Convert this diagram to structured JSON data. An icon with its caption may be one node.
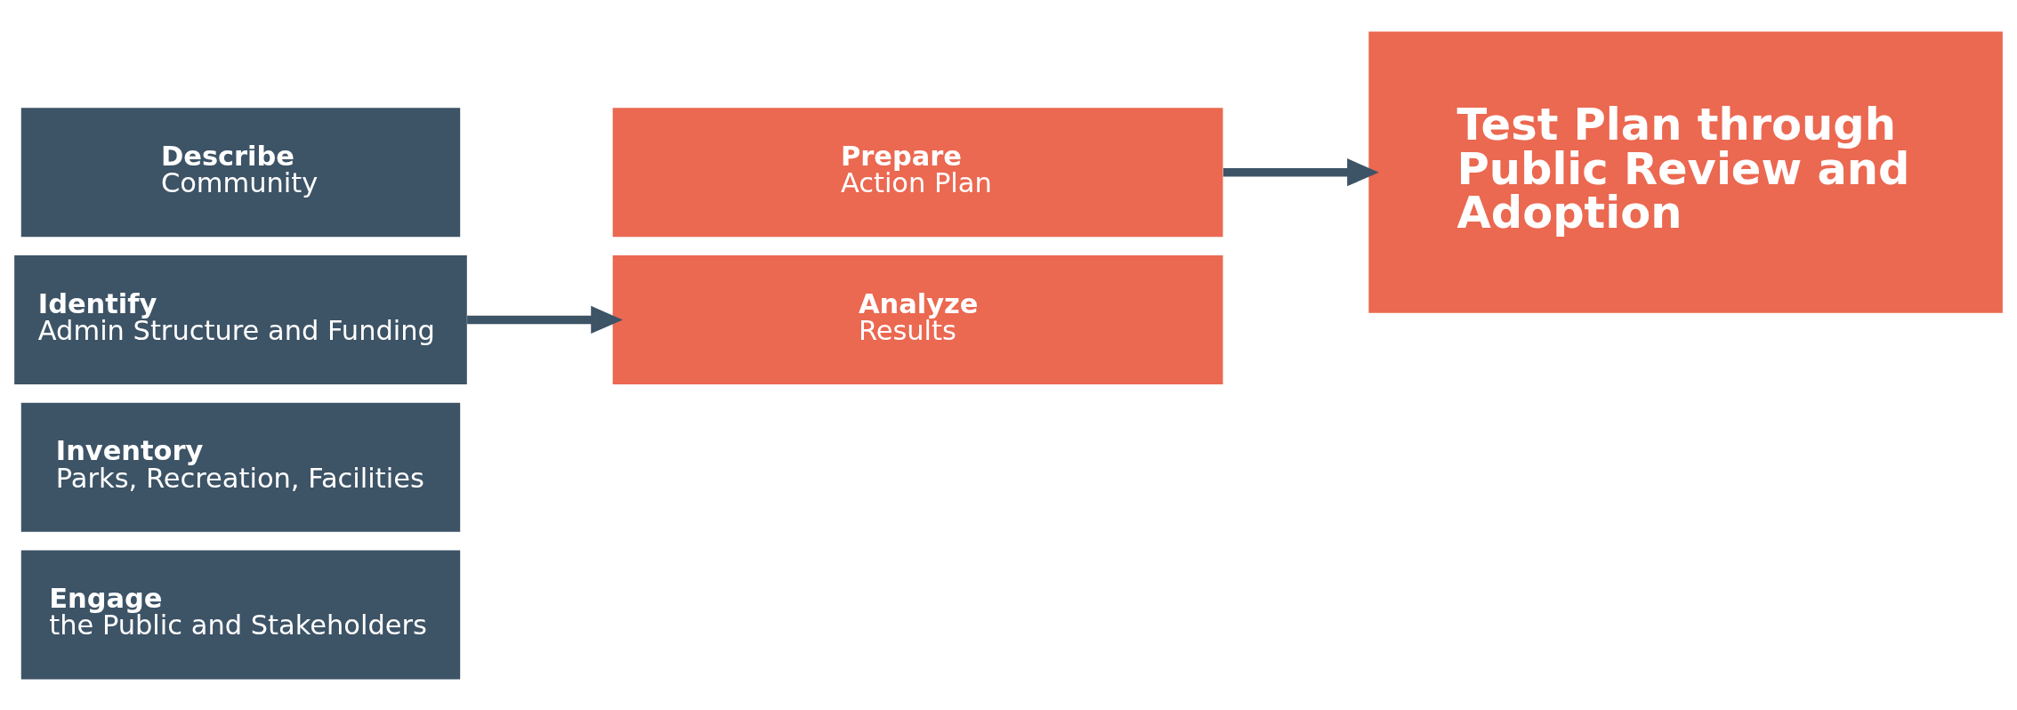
{
  "diagram": {
    "nodes": [
      {
        "text": [
          "Describe",
          "Community"
        ]
      },
      {
        "text": [
          "Identify",
          "Admin Structure and Funding"
        ]
      },
      {
        "text": [
          "Inventory",
          "Parks, Recreation, Facilities"
        ]
      },
      {
        "text": [
          "Engage",
          "the Public and Stakeholders"
        ]
      },
      {
        "text": [
          "Analyze",
          "Results"
        ]
      },
      {
        "text": [
          "Prepare",
          "Action Plan"
        ]
      },
      {
        "text": [
          "Test Plan through Public Review and Adoption"
        ]
      }
    ],
    "edges": [
      {
        "from": 1,
        "to": 4,
        "arrow": "to"
      },
      {
        "from": 5,
        "to": 6,
        "arrow": "to"
      }
    ]
  }
}
